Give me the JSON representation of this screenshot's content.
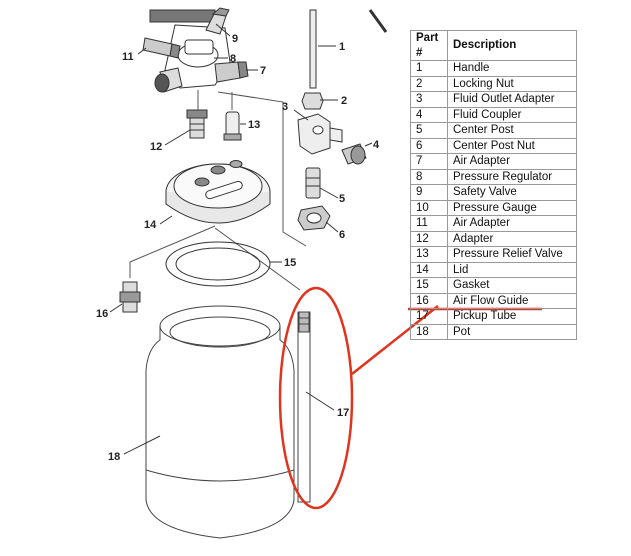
{
  "table": {
    "headers": {
      "part": "Part #",
      "description": "Description"
    },
    "rows": [
      {
        "num": "1",
        "desc": "Handle"
      },
      {
        "num": "2",
        "desc": "Locking Nut"
      },
      {
        "num": "3",
        "desc": "Fluid Outlet Adapter"
      },
      {
        "num": "4",
        "desc": "Fluid Coupler"
      },
      {
        "num": "5",
        "desc": "Center Post"
      },
      {
        "num": "6",
        "desc": "Center Post Nut"
      },
      {
        "num": "7",
        "desc": "Air Adapter"
      },
      {
        "num": "8",
        "desc": "Pressure Regulator"
      },
      {
        "num": "9",
        "desc": "Safety Valve"
      },
      {
        "num": "10",
        "desc": "Pressure Gauge"
      },
      {
        "num": "11",
        "desc": "Air Adapter"
      },
      {
        "num": "12",
        "desc": "Adapter"
      },
      {
        "num": "13",
        "desc": "Pressure Relief Valve"
      },
      {
        "num": "14",
        "desc": "Lid"
      },
      {
        "num": "15",
        "desc": "Gasket"
      },
      {
        "num": "16",
        "desc": "Air Flow Guide"
      },
      {
        "num": "17",
        "desc": "Pickup Tube"
      },
      {
        "num": "18",
        "desc": "Pot"
      }
    ]
  },
  "callouts": {
    "c1": "1",
    "c2": "2",
    "c3": "3",
    "c4": "4",
    "c5": "5",
    "c6": "6",
    "c7": "7",
    "c8": "8",
    "c9": "9",
    "c11": "11",
    "c12": "12",
    "c13": "13",
    "c14": "14",
    "c15": "15",
    "c16": "16",
    "c17": "17",
    "c18": "18"
  },
  "colors": {
    "highlight": "#e0341e",
    "line": "#333333"
  }
}
